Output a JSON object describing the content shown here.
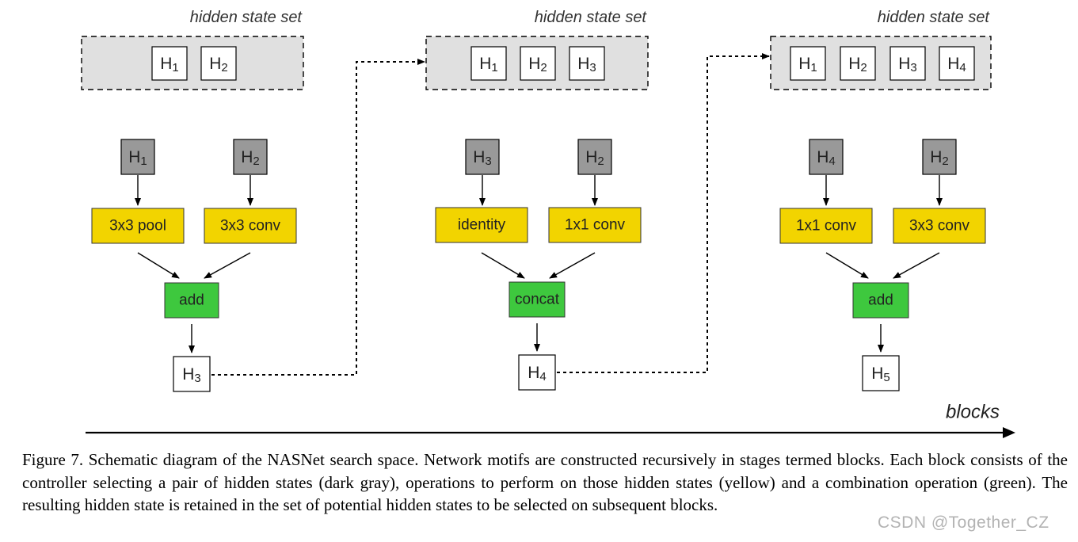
{
  "diagram": {
    "stages": [
      {
        "set_title": "hidden state set",
        "set_items": [
          [
            "H",
            "1"
          ],
          [
            "H",
            "2"
          ]
        ],
        "inputs": [
          [
            "H",
            "1"
          ],
          [
            "H",
            "2"
          ]
        ],
        "ops": [
          "3x3 pool",
          "3x3 conv"
        ],
        "combine": "add",
        "output": [
          "H",
          "3"
        ]
      },
      {
        "set_title": "hidden state set",
        "set_items": [
          [
            "H",
            "1"
          ],
          [
            "H",
            "2"
          ],
          [
            "H",
            "3"
          ]
        ],
        "inputs": [
          [
            "H",
            "3"
          ],
          [
            "H",
            "2"
          ]
        ],
        "ops": [
          "identity",
          "1x1 conv"
        ],
        "combine": "concat",
        "output": [
          "H",
          "4"
        ]
      },
      {
        "set_title": "hidden state set",
        "set_items": [
          [
            "H",
            "1"
          ],
          [
            "H",
            "2"
          ],
          [
            "H",
            "3"
          ],
          [
            "H",
            "4"
          ]
        ],
        "inputs": [
          [
            "H",
            "4"
          ],
          [
            "H",
            "2"
          ]
        ],
        "ops": [
          "1x1 conv",
          "3x3 conv"
        ],
        "combine": "add",
        "output": [
          "H",
          "5"
        ]
      }
    ],
    "axis_label": "blocks"
  },
  "colors": {
    "set_background": "#e0e0e0",
    "hidden_state_selected": "#999999",
    "operation": "#f2d400",
    "combination": "#3ec83e",
    "state_box": "#ffffff",
    "stroke": "#000000"
  },
  "caption": "Figure 7. Schematic diagram of the NASNet search space. Network motifs are constructed recursively in stages termed blocks. Each block consists of the controller selecting a pair of hidden states (dark gray), operations to perform on those hidden states (yellow) and a combination operation (green). The resulting hidden state is retained in the set of potential hidden states to be selected on subsequent blocks.",
  "watermark": "CSDN @Together_CZ"
}
